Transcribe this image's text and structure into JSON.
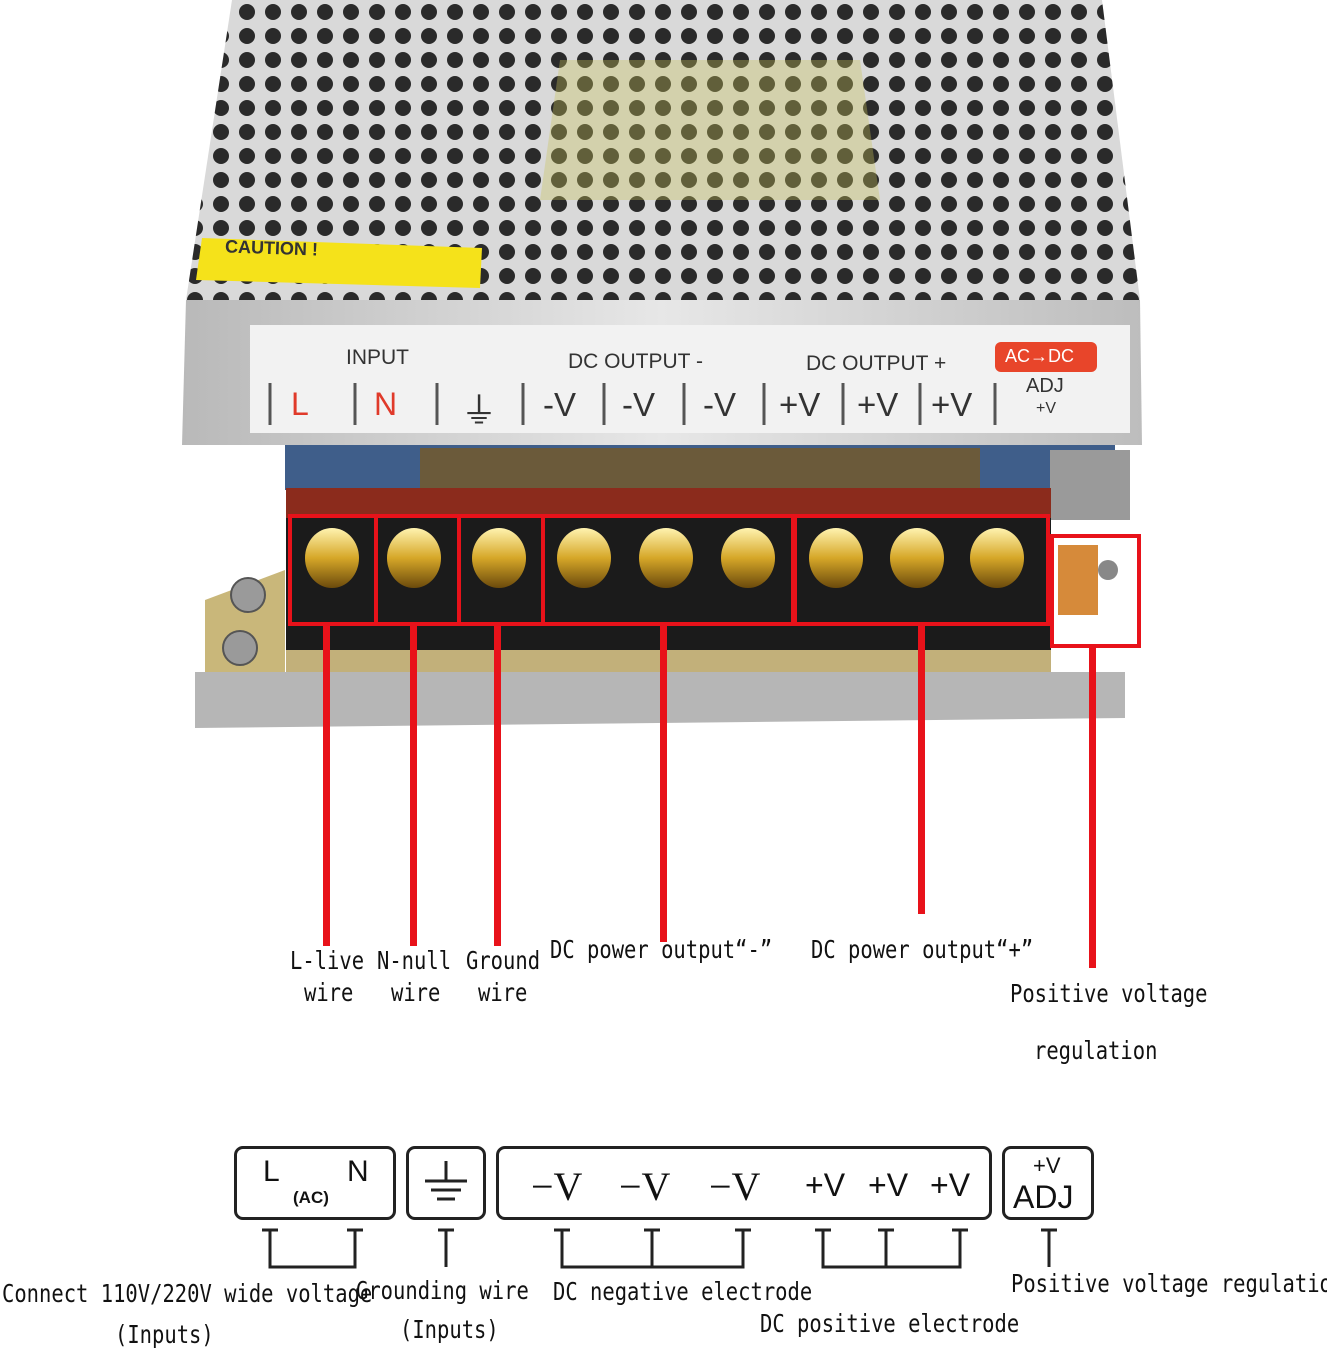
{
  "device": {
    "caution_title": "CAUTION !",
    "input_label": "INPUT",
    "dc_output_minus_label": "DC OUTPUT -",
    "dc_output_plus_label": "DC OUTPUT +",
    "badge": "AC→DC",
    "adj_label": "ADJ",
    "adj_sub": "+V",
    "terminals": [
      "L",
      "N",
      "⏚",
      "-V",
      "-V",
      "-V",
      "+V",
      "+V",
      "+V"
    ]
  },
  "callouts": {
    "l_live": [
      "L-live",
      "wire"
    ],
    "n_null": [
      "N-null",
      "wire"
    ],
    "ground": [
      "Ground",
      "wire"
    ],
    "dc_minus": "DC power output“-”",
    "dc_plus": "DC power output“+”",
    "pos_reg": [
      "Positive voltage",
      "regulation"
    ]
  },
  "diagram": {
    "l": "L",
    "ac": "(AC)",
    "n": "N",
    "minus_v": [
      "−V",
      "−V",
      "−V"
    ],
    "plus_v": [
      "+V",
      "+V",
      "+V"
    ],
    "adj_top": "+V",
    "adj_bottom": "ADJ",
    "captions": {
      "connect": "Connect 110V/220V wide voltage",
      "connect_sub": "(Inputs)",
      "grounding": "Grounding wire",
      "grounding_sub": "(Inputs)",
      "negative": "DC negative electrode",
      "positive": "DC positive electrode",
      "regulation": "Positive voltage regulation"
    }
  }
}
